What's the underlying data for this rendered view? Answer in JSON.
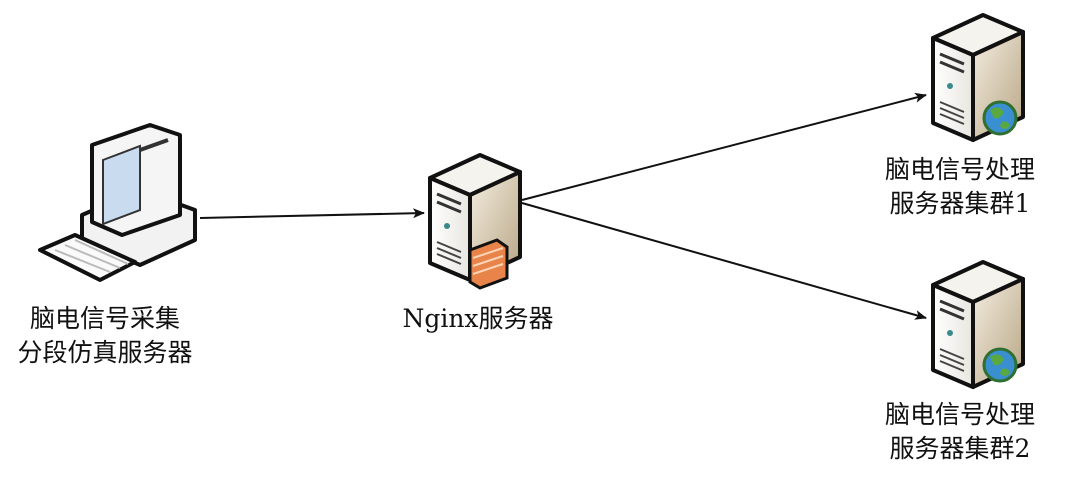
{
  "nodes": {
    "client": {
      "line1": "脑电信号采集",
      "line2": "分段仿真服务器",
      "icon": "desktop-computer-icon"
    },
    "nginx": {
      "label": "Nginx服务器",
      "icon": "server-firewall-icon"
    },
    "cluster1": {
      "line1": "脑电信号处理",
      "line2": "服务器集群1",
      "icon": "web-server-icon"
    },
    "cluster2": {
      "line1": "脑电信号处理",
      "line2": "服务器集群2",
      "icon": "web-server-icon"
    }
  },
  "edges": [
    {
      "from": "client",
      "to": "nginx"
    },
    {
      "from": "nginx",
      "to": "cluster1"
    },
    {
      "from": "nginx",
      "to": "cluster2"
    }
  ],
  "colors": {
    "server_side": "#c8b89a",
    "firewall": "#e8844a",
    "globe": "#3a8fd0",
    "screen": "#c9dcef"
  }
}
